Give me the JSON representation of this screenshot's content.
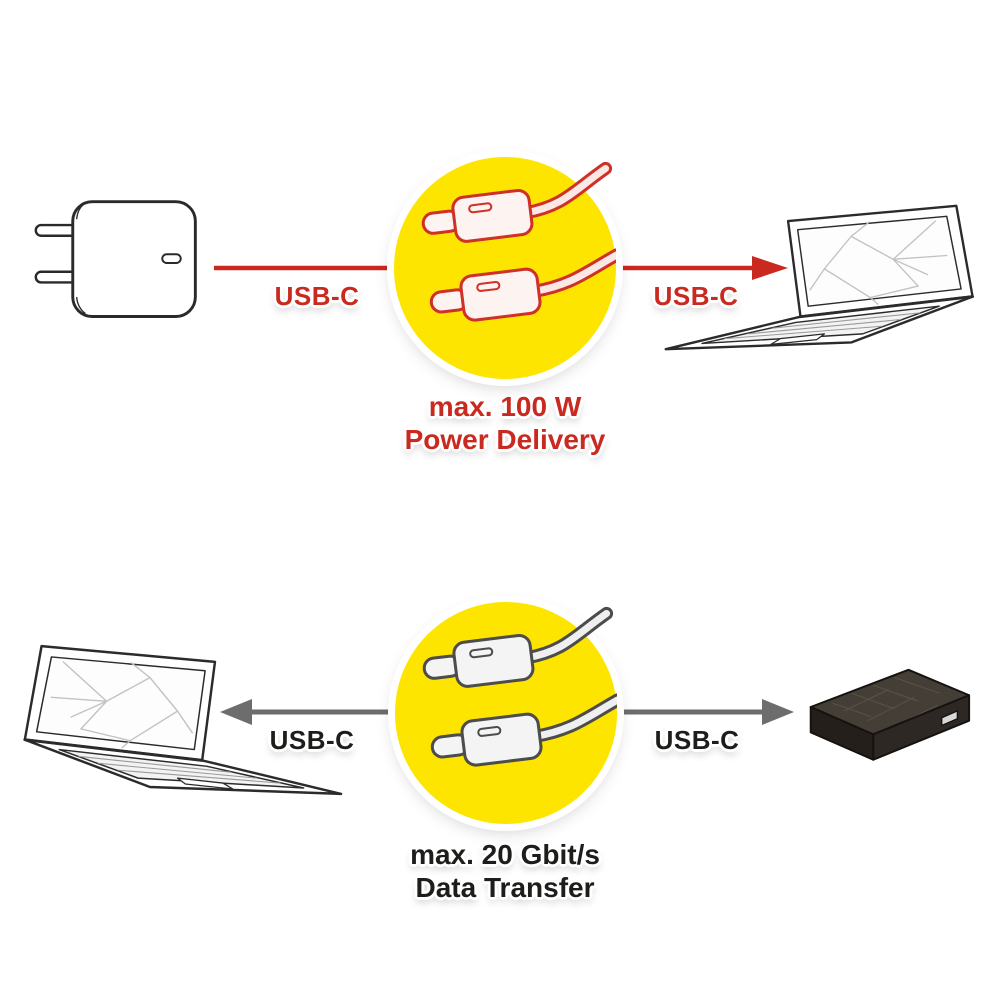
{
  "page": {
    "title": "USB-C cable features infographic",
    "background": "#ffffff"
  },
  "colors": {
    "accent_red": "#c9291f",
    "badge_yellow": "#fde500",
    "arrow_gray": "#6d6d6d",
    "text_dark": "#1d1d1b"
  },
  "sections": {
    "power": {
      "name": "Power Delivery",
      "left_device": "power-adapter",
      "right_device": "laptop",
      "connector_icon": "usb-c-connectors",
      "arrow_direction": "right",
      "left_label": "USB-C",
      "right_label": "USB-C",
      "caption_line1": "max. 100 W",
      "caption_line2": "Power Delivery"
    },
    "data": {
      "name": "Data Transfer",
      "left_device": "laptop",
      "right_device": "external-hard-drive",
      "connector_icon": "usb-c-connectors",
      "arrow_direction": "both",
      "left_label": "USB-C",
      "right_label": "USB-C",
      "caption_line1": "max. 20 Gbit/s",
      "caption_line2": "Data Transfer"
    }
  }
}
